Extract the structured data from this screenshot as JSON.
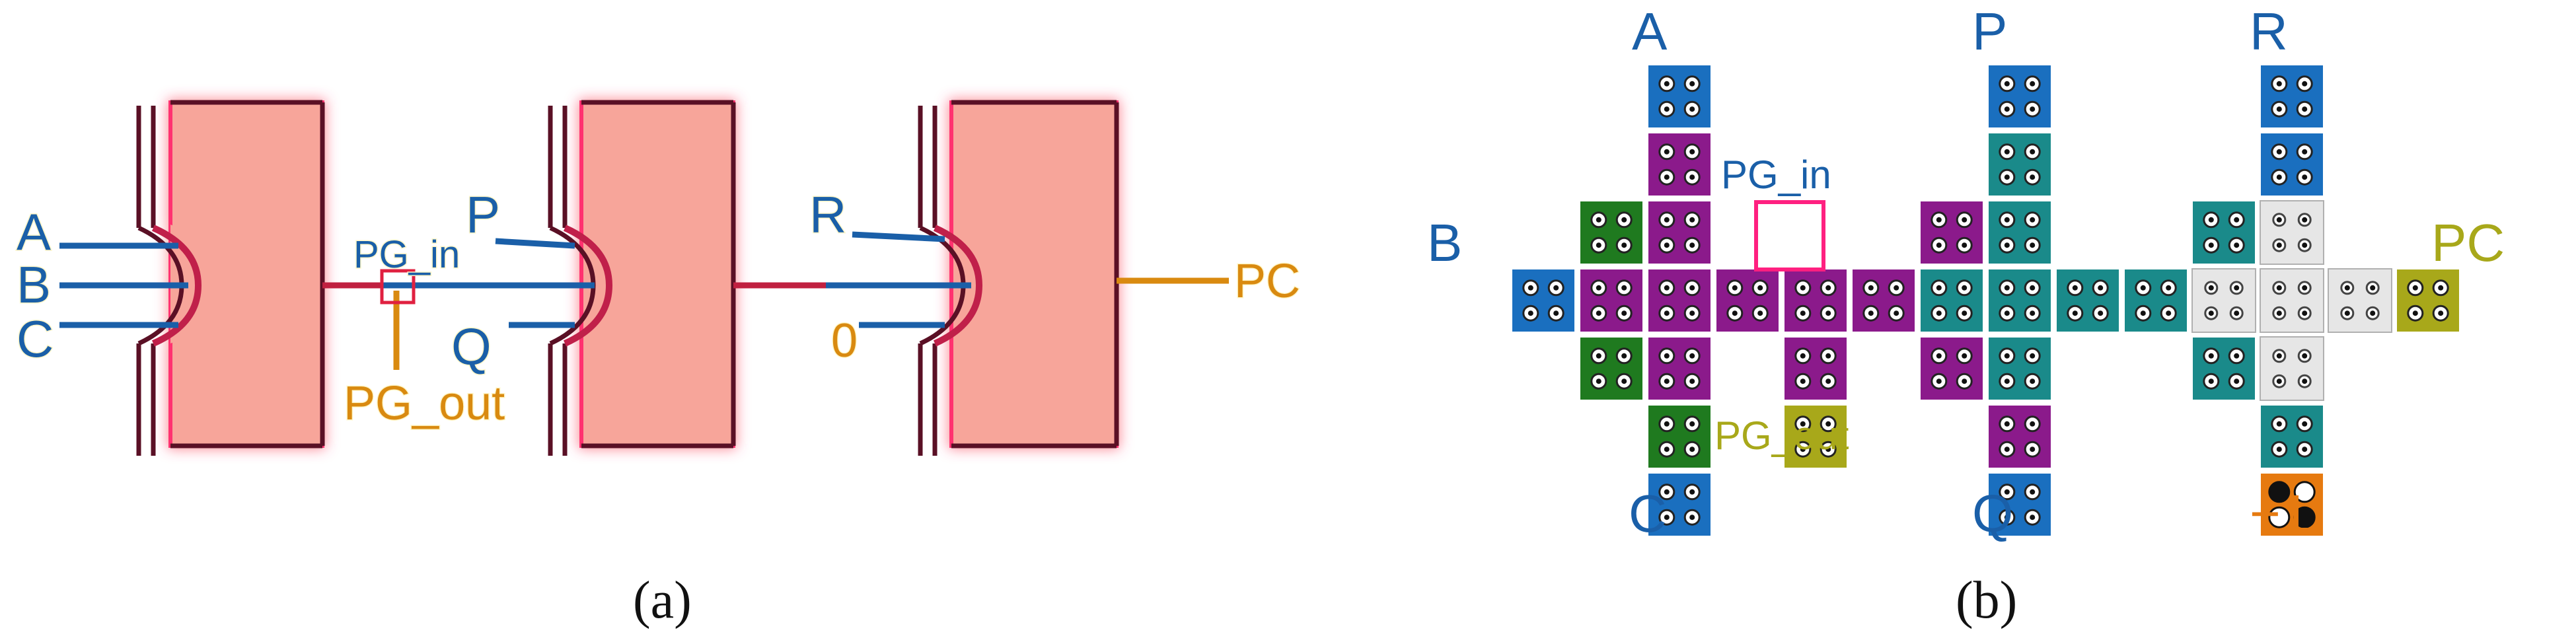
{
  "panel_a": {
    "caption": "(a)",
    "inputs_gate1": [
      "A",
      "B",
      "C"
    ],
    "inputs_gate2": [
      "P",
      "Q"
    ],
    "inputs_gate3": [
      "R",
      "0"
    ],
    "pg_in": "PG_in",
    "pg_out": "PG_out",
    "output": "PC"
  },
  "panel_b": {
    "caption": "(b)",
    "top_labels": [
      "A",
      "P",
      "R"
    ],
    "bottom_labels": [
      "C",
      "Q",
      "−1"
    ],
    "left_label": "B",
    "right_label": "PC",
    "pg_in": "PG_in",
    "pg_out": "PG_out"
  },
  "colors": {
    "blue": "#1a6fbf",
    "green": "#1f7a1f",
    "purple": "#8b1a8b",
    "teal": "#1a8a8a",
    "grey": "#e6e6e6",
    "olive": "#a8a81a",
    "orange": "#e67a10",
    "gate_fill": "#f7a59a",
    "gate_stroke": "#5a1025",
    "wire_orange": "#d98a10",
    "label_blue": "#1a5fa8",
    "label_orange": "#e08a10"
  }
}
